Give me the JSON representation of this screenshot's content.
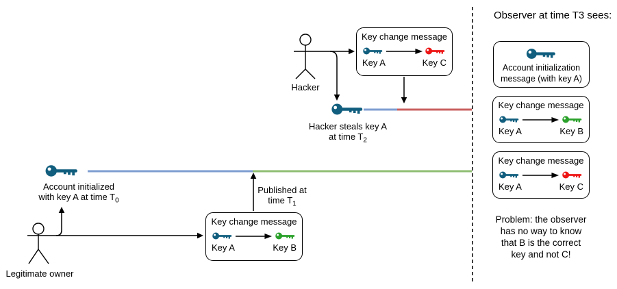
{
  "colors": {
    "key_blue": "#115e7e",
    "key_green": "#2aa12a",
    "key_red": "#ee1515",
    "line_blue": "#7e9ed1",
    "line_green": "#8fbe73",
    "line_red": "#c96060",
    "stroke": "#000000"
  },
  "main": {
    "hacker_label": "Hacker",
    "owner_label": "Legitimate owner",
    "account_init": {
      "line1": "Account initialized",
      "line2_prefix": "with key A at time T",
      "line2_sub": "0"
    },
    "published": {
      "line1": "Published at",
      "line2_prefix": "time T",
      "line2_sub": "1"
    },
    "hacker_steals": {
      "line1": "Hacker steals key A",
      "line2_prefix": "at time T",
      "line2_sub": "2"
    },
    "top_box": {
      "title": "Key change message",
      "from_label": "Key A",
      "to_label": "Key C"
    },
    "bottom_box": {
      "title": "Key change message",
      "from_label": "Key A",
      "to_label": "Key B"
    }
  },
  "observer_panel": {
    "title": "Observer at time T3 sees:",
    "init_box": {
      "line1": "Account initialization",
      "line2": "message (with key A)"
    },
    "change_box_1": {
      "title": "Key change message",
      "from_label": "Key A",
      "to_label": "Key B"
    },
    "change_box_2": {
      "title": "Key change message",
      "from_label": "Key A",
      "to_label": "Key C"
    },
    "problem_text": {
      "line1": "Problem: the observer",
      "line2": "has no way to know",
      "line3": "that B is the correct",
      "line4": "key and not C!"
    }
  }
}
